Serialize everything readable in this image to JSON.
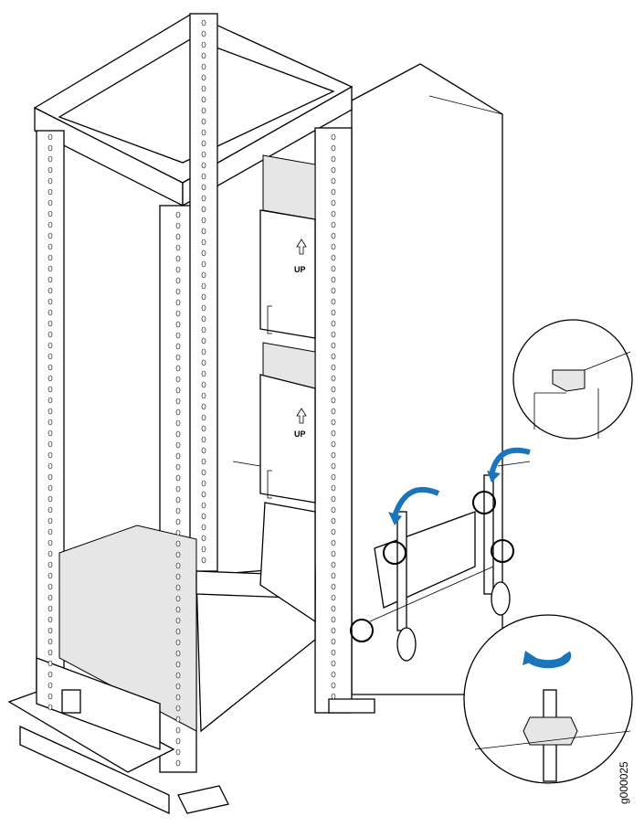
{
  "figure": {
    "id": "g000025",
    "labels": {
      "up_upper": "UP",
      "up_lower": "UP"
    },
    "colors": {
      "line": "#000000",
      "arrow": "#1b75bb",
      "shade": "#e6e6e6"
    }
  }
}
